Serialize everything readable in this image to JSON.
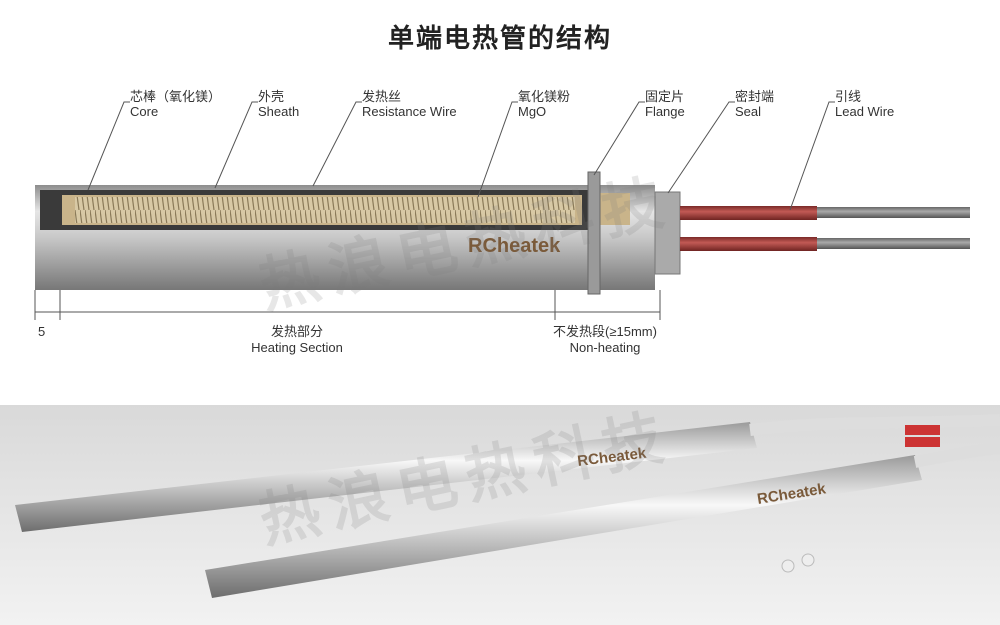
{
  "title": "单端电热管的结构",
  "labels": [
    {
      "cn": "芯棒（氧化镁）",
      "en": "Core"
    },
    {
      "cn": "外壳",
      "en": "Sheath"
    },
    {
      "cn": "发热丝",
      "en": "Resistance Wire"
    },
    {
      "cn": "氧化镁粉",
      "en": "MgO"
    },
    {
      "cn": "固定片",
      "en": "Flange"
    },
    {
      "cn": "密封端",
      "en": "Seal"
    },
    {
      "cn": "引线",
      "en": "Lead Wire"
    }
  ],
  "dimensions": {
    "end_gap": "5",
    "heating": {
      "cn": "发热部分",
      "en": "Heating Section"
    },
    "non_heating": {
      "cn": "不发热段(≥15mm)",
      "en": "Non-heating"
    }
  },
  "logo": "RCheatek",
  "watermark": "热浪电热科技",
  "colors": {
    "sheath": "#b8b8b8",
    "lead_red": "#a8403c",
    "lead_grey": "#8a8a8a",
    "mgo": "#c9b48a"
  }
}
